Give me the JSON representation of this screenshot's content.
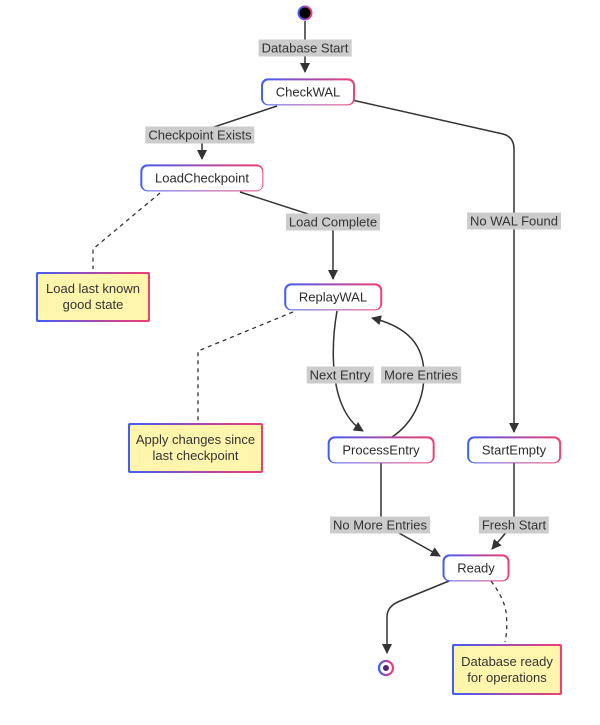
{
  "diagram": {
    "kind": "state-diagram"
  },
  "colors": {
    "border_gradient_left": "#3f5ef6",
    "border_gradient_right": "#f23f6f",
    "node_fill": "#ffffff",
    "note_fill": "#fff5ad",
    "edge_label_bg": "#cccccc",
    "edge_stroke": "#333333",
    "text": "#2b2b2b",
    "start_state_fill": "#000000"
  },
  "nodes": {
    "checkwal": "CheckWAL",
    "loadcheckpoint": "LoadCheckpoint",
    "replaywal": "ReplayWAL",
    "processentry": "ProcessEntry",
    "startempty": "StartEmpty",
    "ready": "Ready"
  },
  "edge_labels": {
    "database_start": "Database Start",
    "checkpoint_exists": "Checkpoint Exists",
    "load_complete": "Load Complete",
    "no_wal_found": "No WAL Found",
    "next_entry": "Next Entry",
    "more_entries": "More Entries",
    "no_more_entries": "No More Entries",
    "fresh_start": "Fresh Start"
  },
  "notes": {
    "load_last": "Load last known good state",
    "apply_changes": "Apply changes since last checkpoint",
    "db_ready": "Database ready for operations"
  }
}
